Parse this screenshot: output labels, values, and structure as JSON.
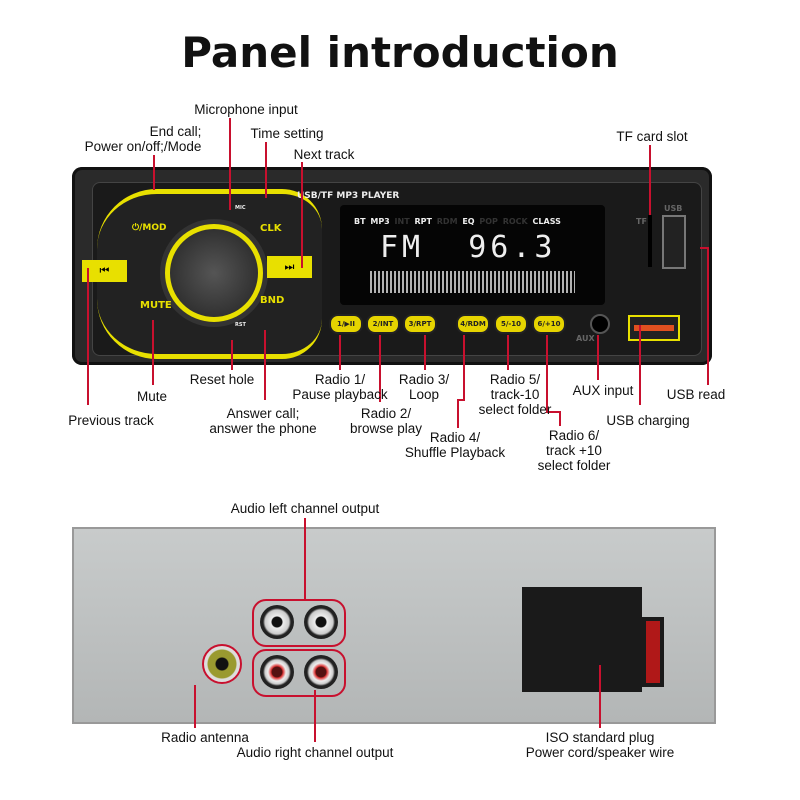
{
  "title": "Panel introduction",
  "front": {
    "brand": "USB/TF MP3 PLAYER",
    "mic": "MIC",
    "rst": "RST",
    "usb": "USB",
    "tf": "TF",
    "aux": "AUX",
    "keys": {
      "mod": "⏻/MOD",
      "clk": "CLK",
      "mute": "MUTE",
      "bnd": "BND",
      "prev": "⏮",
      "next": "⏭"
    },
    "lcd": {
      "indicators": [
        "BT",
        "MP3",
        "INT",
        "RPT",
        "RDM",
        "EQ",
        "POP",
        "ROCK",
        "CLASS"
      ],
      "readout": "FM  96.3"
    },
    "buttons": [
      "1/▶II",
      "2/INT",
      "3/RPT",
      "4/RDM",
      "5/-10",
      "6/+10"
    ]
  },
  "labels": {
    "microphone": "Microphone input",
    "end_call": [
      "End call;",
      "Power on/off;/Mode"
    ],
    "time": "Time setting",
    "next": "Next track",
    "tf": "TF card slot",
    "mute": "Mute",
    "reset": "Reset hole",
    "radio1": [
      "Radio 1/",
      "Pause playback"
    ],
    "radio3": [
      "Radio 3/",
      "Loop"
    ],
    "radio5": [
      "Radio 5/",
      "track-10",
      "select folder"
    ],
    "aux": "AUX input",
    "usb_read": "USB read",
    "prev": "Previous track",
    "answer": [
      "Answer call;",
      "answer the phone"
    ],
    "radio2": [
      "Radio 2/",
      "browse play"
    ],
    "usb_charge": "USB charging",
    "radio4": [
      "Radio 4/",
      "Shuffle Playback"
    ],
    "radio6": [
      "Radio 6/",
      "track +10",
      "select folder"
    ],
    "audio_left": "Audio left channel output",
    "antenna": "Radio antenna",
    "audio_right": "Audio right channel output",
    "iso": [
      "ISO standard plug",
      "Power cord/speaker wire"
    ]
  },
  "colors": {
    "accent": "#e8e000",
    "callout": "#c8102e",
    "panel": "#1c1c1c",
    "chassis": "#b9bcbc"
  }
}
